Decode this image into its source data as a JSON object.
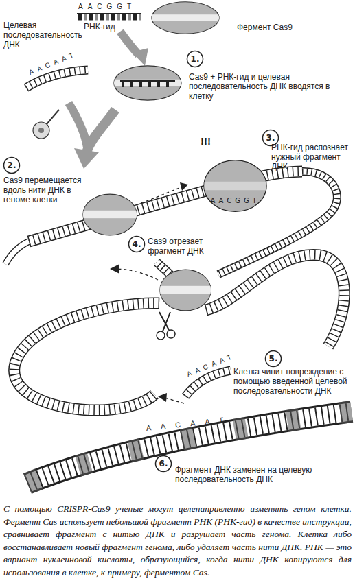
{
  "diagram": {
    "caption": "С помощью CRISPR-Cas9 ученые могут целенаправленно изменять геном клетки. Фермент Cas использует небольшой фрагмент РНК (РНК-гид) в качестве инструкции, сравнивает фрагмент с нитью ДНК и разрушает часть генома. Клетка либо восстанавливает новый фрагмент генома, либо удаляет часть нити ДНК. РНК — это вариант нуклеиновой кислоты, образующийся, когда нити ДНК копируются для использования в клетке, к примеру, ферментом Cas.",
    "nodes": [
      {
        "text": [
          "1."
        ]
      },
      {
        "text": [
          "3."
        ]
      },
      {
        "text": [
          "2."
        ]
      },
      {
        "text": [
          "AACGGT"
        ]
      },
      {
        "text": [
          "4."
        ]
      },
      {
        "text": [
          "5."
        ]
      },
      {
        "text": [
          "6."
        ]
      }
    ],
    "labels": [
      "AACGGT",
      "РНК-гид",
      "Фермент Cas9",
      "Целевая последовательность ДНК",
      "AACAAT",
      "Cas9 + РНК-гид и целевая последовательность ДНК вводятся в клетку",
      "!!!",
      "РНК-гид распознает нужный фрагмент ДНК",
      "Cas9 перемещается вдоль нити ДНК в геноме клетки",
      "Cas9 отрезает фрагмент ДНК",
      "AACAAT",
      "Клетка чинит повреждение с помощью введенной целевой последовательности ДНК",
      "AACAAT",
      "Фрагмент ДНК заменен на целевую последовательность ДНК"
    ]
  }
}
